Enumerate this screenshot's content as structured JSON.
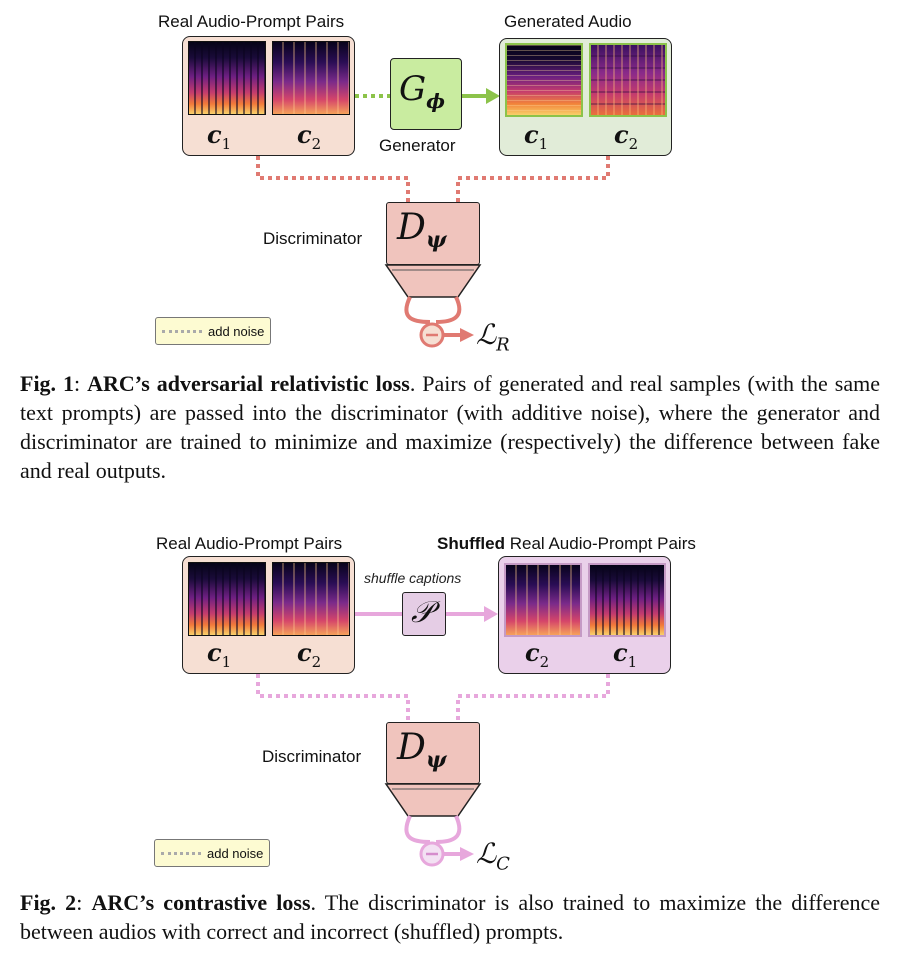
{
  "fig1": {
    "real_title": "Real Audio-Prompt Pairs",
    "gen_title": "Generated Audio",
    "generator_symbol": "G",
    "generator_sub": "ϕ",
    "generator_label": "Generator",
    "disc_label": "Discriminator",
    "disc_symbol": "D",
    "disc_sub": "ψ",
    "c1": "c",
    "c1_sub": "1",
    "c2": "c",
    "c2_sub": "2",
    "loss_symbol": "ℒ",
    "loss_sub": "R",
    "noise_label": "add noise",
    "caption_prefix": "Fig. 1",
    "caption_title": "ARC’s adversarial relativistic loss",
    "caption_body": ". Pairs of generated and real samples (with the same text prompts) are passed into the discriminator (with additive noise), where the generator and discriminator are trained to minimize and maximize (respectively) the difference between fake and real outputs."
  },
  "fig2": {
    "real_title": "Real Audio-Prompt Pairs",
    "shuffled_bold": "Shuffled",
    "shuffled_rest": " Real Audio-Prompt Pairs",
    "shuffle_label": "shuffle captions",
    "perm_symbol": "𝒫",
    "disc_label": "Discriminator",
    "disc_symbol": "D",
    "disc_sub": "ψ",
    "c_left1": "c",
    "c_left1_sub": "1",
    "c_left2": "c",
    "c_left2_sub": "2",
    "c_right1": "c",
    "c_right1_sub": "2",
    "c_right2": "c",
    "c_right2_sub": "1",
    "loss_symbol": "ℒ",
    "loss_sub": "C",
    "noise_label": "add noise",
    "caption_prefix": "Fig. 2",
    "caption_title": "ARC’s contrastive loss",
    "caption_body": ". The discriminator is also trained to maximize the difference between audios with correct and incorrect (shuffled) prompts."
  },
  "colors": {
    "real_fill": "#f6dfd3",
    "gen_fill": "#e1ecd8",
    "gen_accent": "#8cc34a",
    "generator_fill": "#c9eca0",
    "disc_fill": "#f0c4bd",
    "red_wire": "#e07a72",
    "pink_wire": "#e7a7dc",
    "shuffled_fill": "#ead0ea",
    "perm_fill": "#e5cde5"
  }
}
